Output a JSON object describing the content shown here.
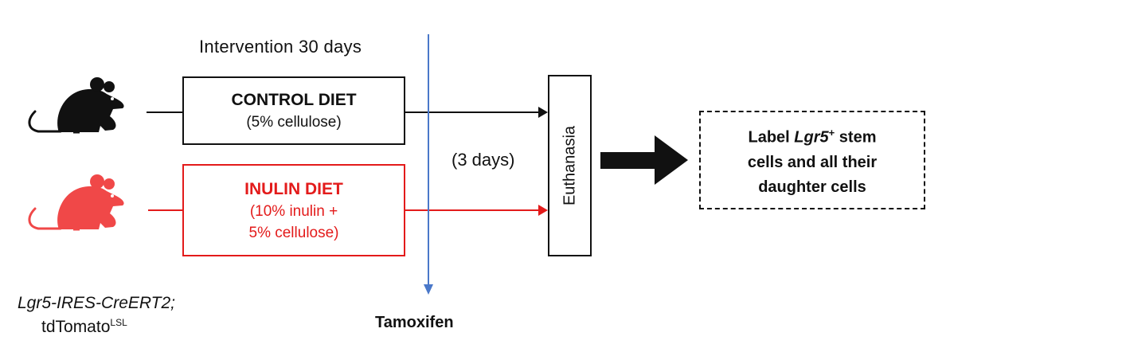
{
  "timeline": {
    "intervention_label": "Intervention 30 days",
    "days_label": "(3 days)",
    "tamoxifen_label": "Tamoxifen"
  },
  "control_diet": {
    "title": "CONTROL DIET",
    "subtitle": "(5% cellulose)"
  },
  "inulin_diet": {
    "title": "INULIN DIET",
    "subtitle_line1": "(10% inulin +",
    "subtitle_line2": "5% cellulose)"
  },
  "euthanasia": {
    "label": "Euthanasia"
  },
  "outcome": {
    "line1_prefix": "Label ",
    "line1_gene": "Lgr5",
    "line1_sup": "+",
    "line1_suffix": " stem",
    "line2": "cells and all their",
    "line3": "daughter cells"
  },
  "genotype": {
    "line1": "Lgr5-IRES-CreERT2;",
    "line2_base": "tdTomato",
    "line2_sup": "LSL"
  },
  "colors": {
    "control": "#111111",
    "inulin": "#e31b1b",
    "tamoxifen_line": "#4a78c9"
  },
  "icons": {
    "control_mouse": "mouse-icon",
    "inulin_mouse": "mouse-icon"
  }
}
